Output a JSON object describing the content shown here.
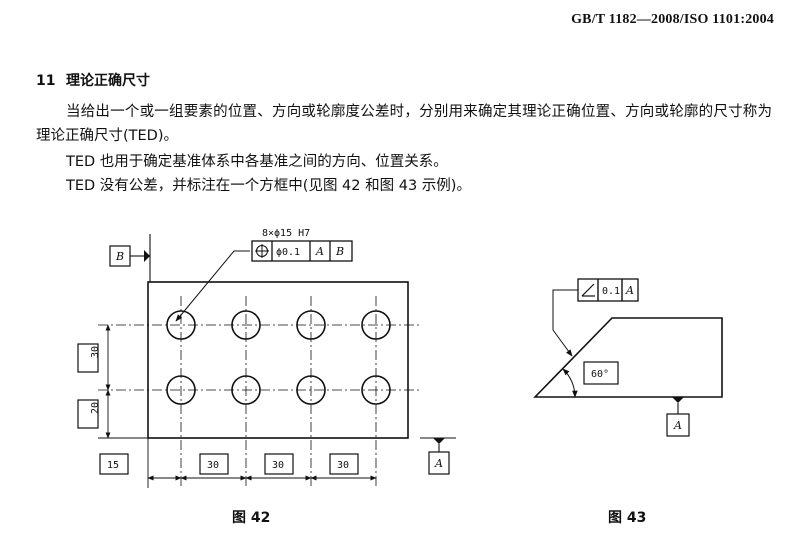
{
  "header": {
    "standard": "GB/T 1182—2008/ISO 1101:2004"
  },
  "section": {
    "number": "11",
    "title": "理论正确尺寸"
  },
  "body": {
    "para1": "当给出一个或一组要素的位置、方向或轮廓度公差时，分别用来确定其理论正确位置、方向或轮廓的尺寸称为理论正确尺寸(TED)。",
    "para2": "TED 也用于确定基准体系中各基准之间的方向、位置关系。",
    "para3": "TED 没有公差，并标注在一个方框中(见图 42 和图 43 示例)。"
  },
  "figure42": {
    "caption": "图 42",
    "hole_spec": "8×ϕ15 H7",
    "frame": {
      "tolerance": "ϕ0.1",
      "datum1": "A",
      "datum2": "B"
    },
    "datum_b": "B",
    "datum_a": "A",
    "ted_vertical": [
      "30",
      "20"
    ],
    "ted_horizontal": [
      "15",
      "30",
      "30",
      "30"
    ]
  },
  "figure43": {
    "caption": "图 43",
    "frame": {
      "tolerance": "0.1",
      "datum": "A"
    },
    "angle_ted": "60°",
    "datum_a": "A"
  }
}
